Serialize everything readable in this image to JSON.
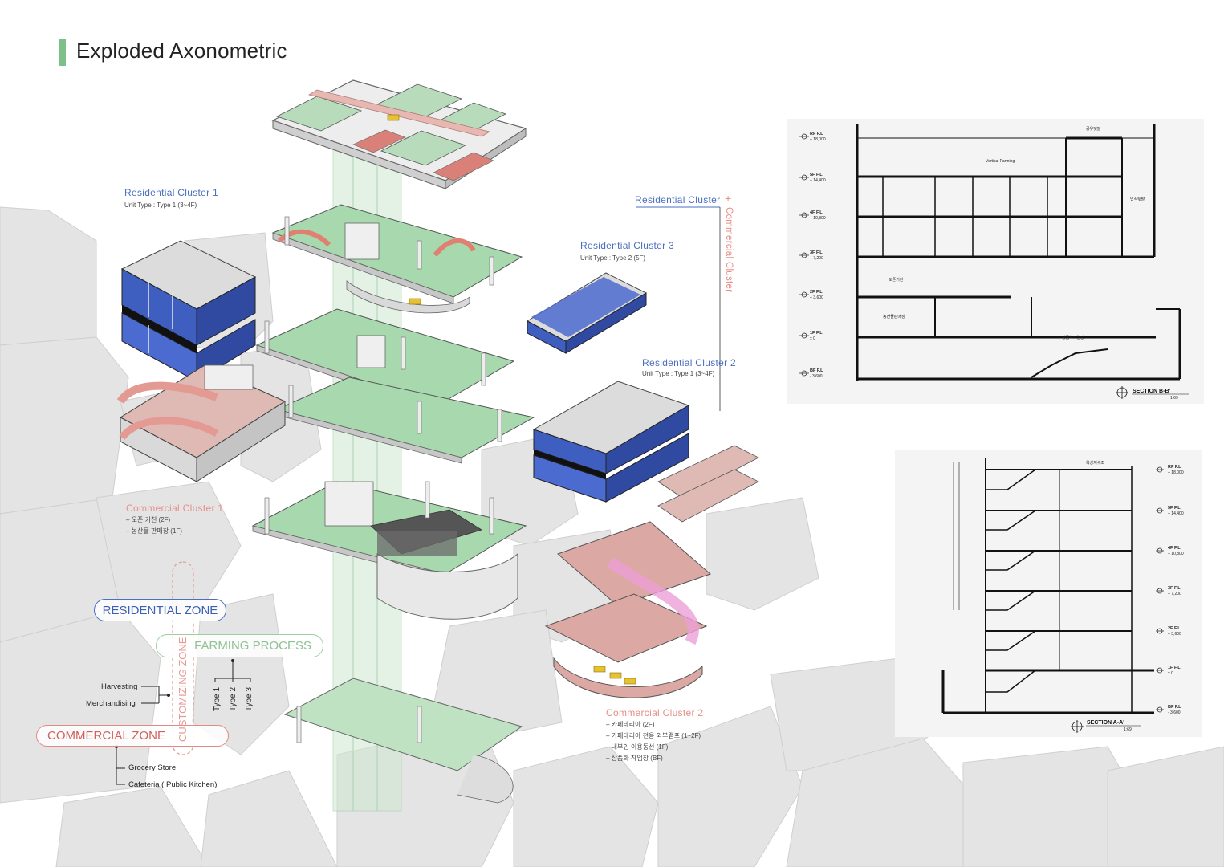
{
  "page": {
    "title": "Exploded Axonometric",
    "accent_color": "#7fbf8a"
  },
  "colors": {
    "residential": "#3f5fc0",
    "commercial": "#e8908a",
    "farming": "#9ccf9f",
    "floor_green": "#9fd3a5",
    "context_grey": "#e3e3e3"
  },
  "clusters": {
    "res1": {
      "title": "Residential Cluster 1",
      "sub": "Unit Type : Type 1 (3~4F)"
    },
    "res3": {
      "title": "Residential Cluster 3",
      "sub": "Unit Type : Type 2 (5F)"
    },
    "res2": {
      "title": "Residential Cluster 2",
      "sub": "Unit Type : Type 1 (3~4F)"
    },
    "res_plus": {
      "title": "Residential Cluster",
      "plus": "+",
      "vertical": "Commercial Cluster"
    },
    "com1": {
      "title": "Commercial Cluster 1",
      "items": [
        "– 오픈 키친 (2F)",
        "– 농산물 판매장 (1F)"
      ]
    },
    "com2": {
      "title": "Commercial Cluster 2",
      "items": [
        "– 카페테리아 (2F)",
        "– 카페테리아 전용 외부램프 (1~2F)",
        "– 내부인 이용동선 (1F)",
        "– 상품화 작업장 (BF)"
      ]
    }
  },
  "zones": {
    "residential": "RESIDENTIAL ZONE",
    "farming": "FARMING PROCESS",
    "customizing": "CUSTOMIZING ZONE",
    "commercial": "COMMERCIAL ZONE",
    "harvesting": "Harvesting",
    "merchandising": "Merchandising",
    "types": [
      "Type 1",
      "Type 2",
      "Type 3"
    ],
    "grocery": "Grocery Store",
    "cafeteria": "Cafeteria ( Public Kitchen)"
  },
  "section_bb": {
    "title": "SECTION B-B'",
    "scale": "1:69",
    "levels": [
      {
        "name": "RF F.L",
        "value": "+ 18,000"
      },
      {
        "name": "5F F.L",
        "value": "+ 14,400"
      },
      {
        "name": "4F F.L",
        "value": "+ 10,800"
      },
      {
        "name": "3F F.L",
        "value": "+ 7,200"
      },
      {
        "name": "2F F.L",
        "value": "+ 3,600"
      },
      {
        "name": "1F F.L",
        "value": "± 0"
      },
      {
        "name": "BF F.L",
        "value": "- 3,600"
      }
    ],
    "rooms": {
      "shared_field": "공유텃밭",
      "vertical_farming": "Vertical Farming",
      "resident_field": "입식텃밭",
      "open_kitchen": "오픈키친",
      "produce_shop": "농산물판매장",
      "workshop": "상품화작업장"
    }
  },
  "section_aa": {
    "title": "SECTION A-A'",
    "scale": "1:69",
    "levels": [
      {
        "name": "RF F.L",
        "value": "+ 18,000"
      },
      {
        "name": "5F F.L",
        "value": "+ 14,400"
      },
      {
        "name": "4F F.L",
        "value": "+ 10,800"
      },
      {
        "name": "3F F.L",
        "value": "+ 7,200"
      },
      {
        "name": "2F F.L",
        "value": "+ 3,600"
      },
      {
        "name": "1F F.L",
        "value": "± 0"
      },
      {
        "name": "BF F.L",
        "value": "- 3,600"
      }
    ],
    "rooms": {
      "rooftop": "옥상저수조"
    }
  }
}
